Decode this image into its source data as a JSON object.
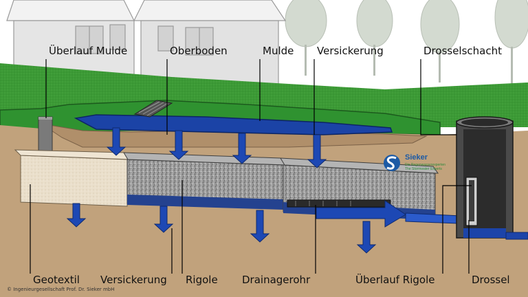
{
  "labels_top": {
    "ueberlauf_mulde": "Überlauf Mulde",
    "oberboden": "Oberboden",
    "mulde": "Mulde",
    "versickerung": "Versickerung",
    "drosselschacht": "Drosselschacht"
  },
  "labels_bottom": {
    "geotextil": "Geotextil",
    "versickerung": "Versickerung",
    "rigole": "Rigole",
    "drainagerohr": "Drainagerohr",
    "ueberlauf_rigole": "Überlauf Rigole",
    "drossel": "Drossel"
  },
  "logo": {
    "name": "Sieker",
    "tagline_1": "Die Regenwasserexperten",
    "tagline_2": "The Stormwater Experts"
  },
  "copyright": "© Ingenieurgesellschaft Prof. Dr. Sieker mbH",
  "colors": {
    "soil": "#c2a37f",
    "grass": "#2c9a2f",
    "water": "#1a44a8",
    "gravel": "#9a9a9a",
    "geotextile": "#e8dcc8",
    "house": "#e6e6e6"
  }
}
